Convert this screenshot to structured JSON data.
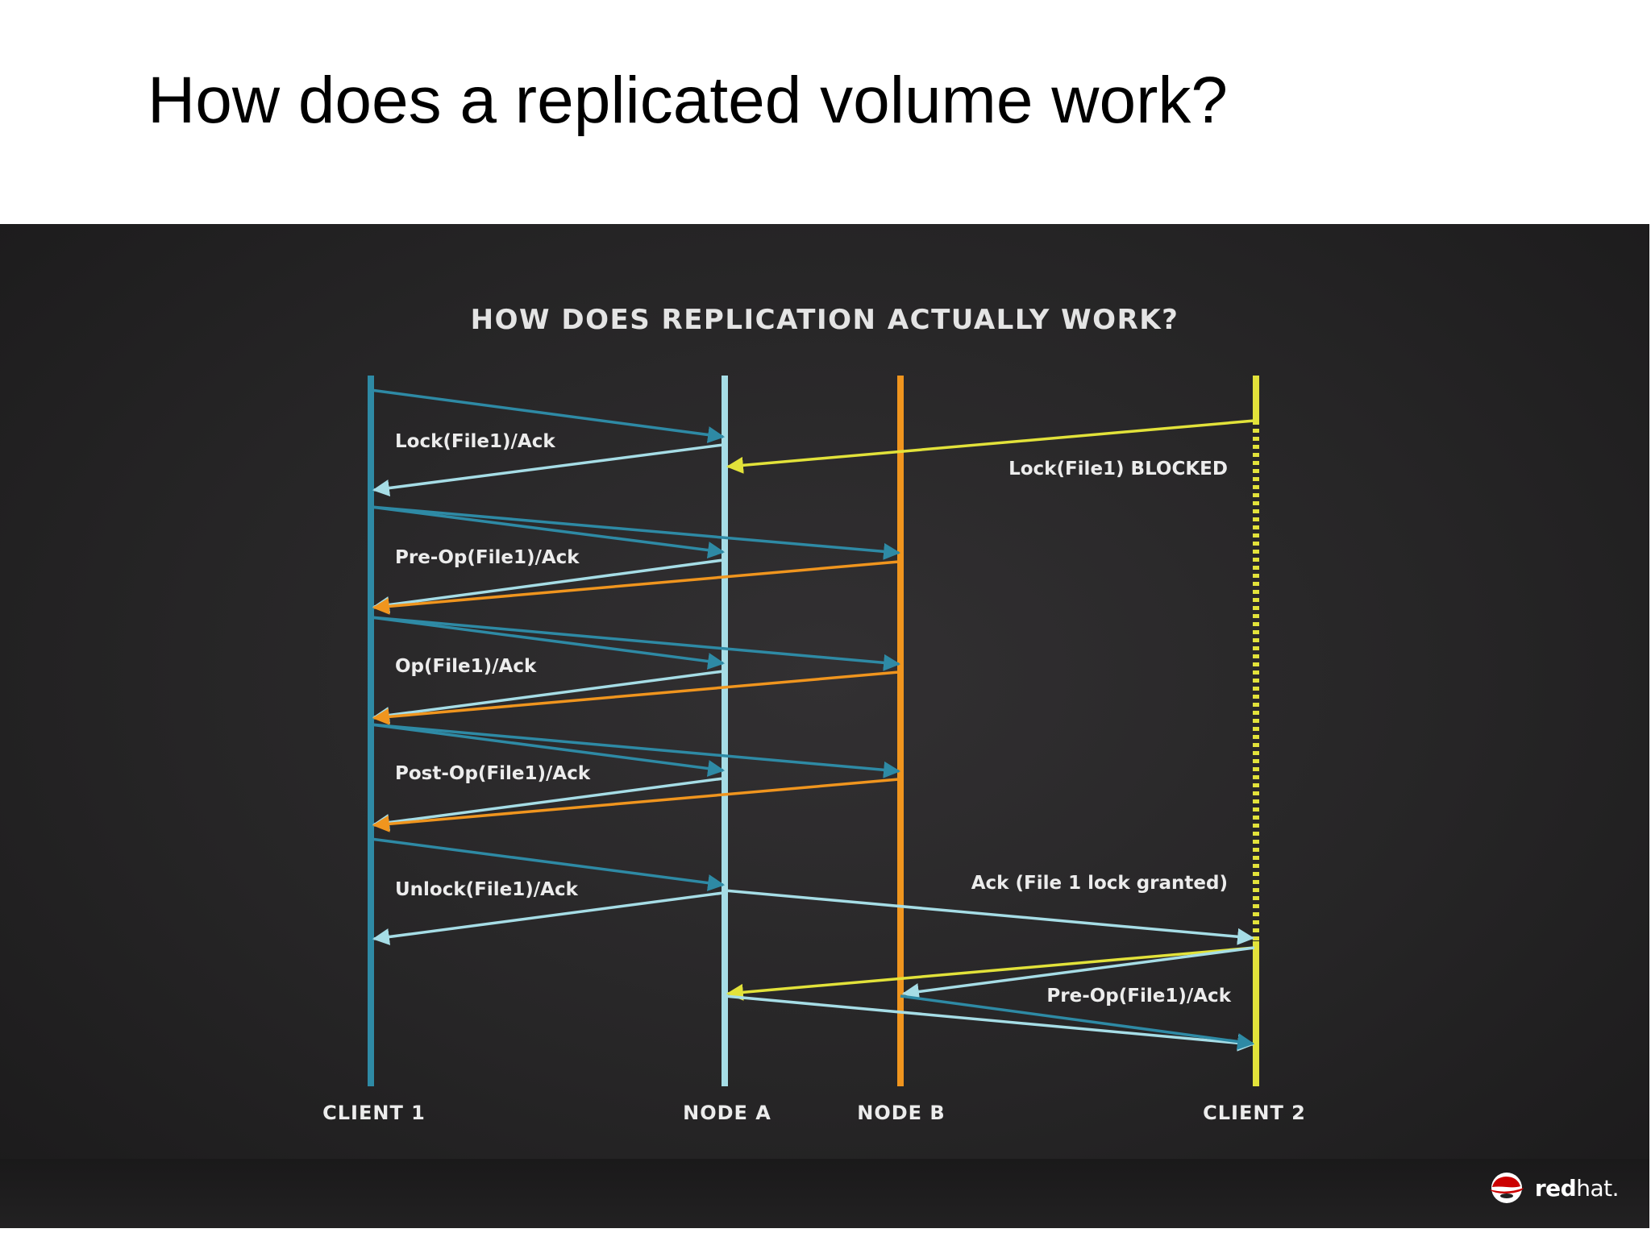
{
  "slide": {
    "title": "How does a replicated volume work?"
  },
  "diagram": {
    "title": "HOW DOES REPLICATION ACTUALLY WORK?",
    "participants": [
      {
        "id": "client1",
        "label": "CLIENT 1",
        "color": "#2e8aa5"
      },
      {
        "id": "nodeA",
        "label": "NODE A",
        "color": "#a6dde6"
      },
      {
        "id": "nodeB",
        "label": "NODE B",
        "color": "#f0951e"
      },
      {
        "id": "client2",
        "label": "CLIENT 2",
        "color": "#e2e23a"
      }
    ],
    "labels": {
      "lock": "Lock(File1)/Ack",
      "blocked": "Lock(File1) BLOCKED",
      "preop": "Pre-Op(File1)/Ack",
      "op": "Op(File1)/Ack",
      "postop": "Post-Op(File1)/Ack",
      "unlock": "Unlock(File1)/Ack",
      "granted": "Ack (File 1 lock granted)",
      "preop2": "Pre-Op(File1)/Ack"
    }
  },
  "footer": {
    "logo_bold": "red",
    "logo_light": "hat."
  }
}
